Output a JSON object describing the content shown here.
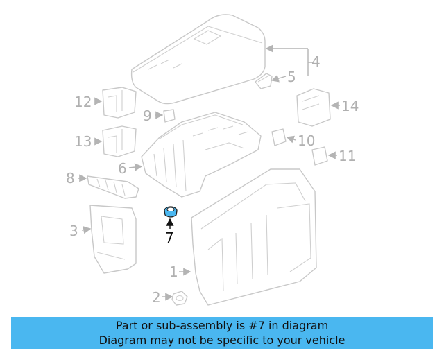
{
  "diagram": {
    "callouts": [
      "1",
      "2",
      "3",
      "4",
      "5",
      "6",
      "7",
      "8",
      "9",
      "10",
      "11",
      "12",
      "13",
      "14"
    ],
    "highlighted": "7",
    "highlight_color": "#4ab7f0",
    "line_color": "#c8c8c8"
  },
  "banner": {
    "line1": "Part or sub-assembly is #7 in diagram",
    "line2": "Diagram may not be specific to your vehicle",
    "color": "#4ab7f0"
  }
}
